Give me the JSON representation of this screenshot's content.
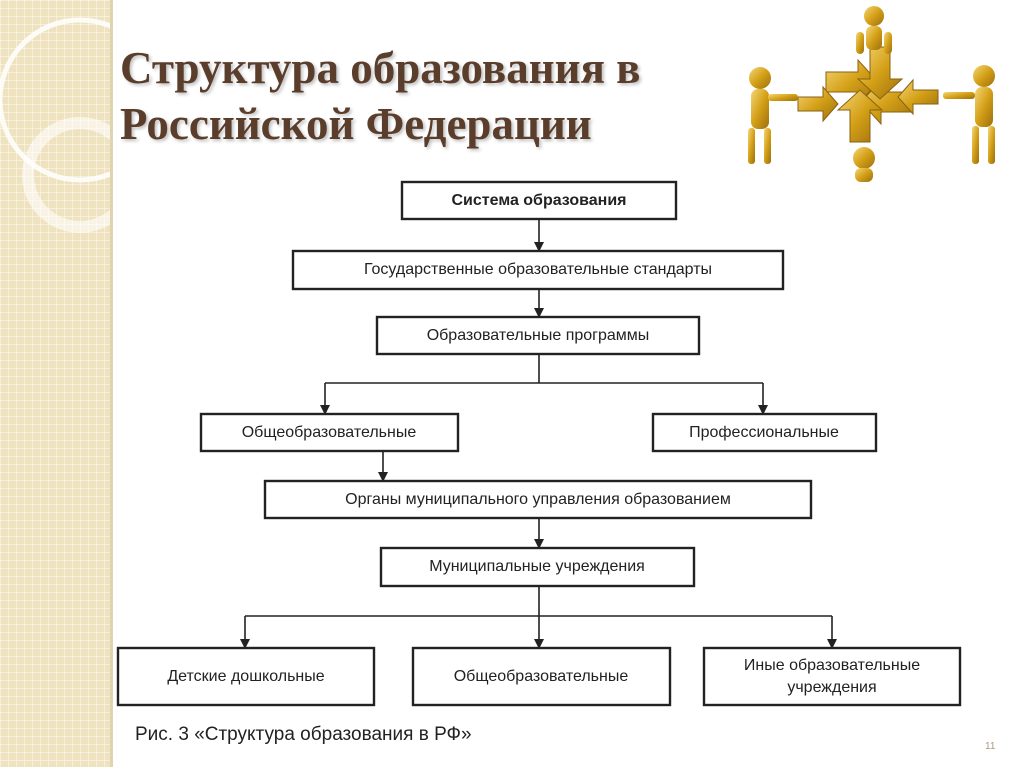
{
  "slide": {
    "title_line1": "Структура образования в",
    "title_line2": "Российской Федерации",
    "caption": "Рис. 3 «Структура образования в РФ»",
    "page_number": "11"
  },
  "diagram": {
    "nodes": {
      "system": "Система образования",
      "standards": "Государственные образовательные стандарты",
      "programs": "Образовательные программы",
      "general_programs": "Общеобразовательные",
      "professional": "Профессиональные",
      "municipal_bodies": "Органы муниципального управления образованием",
      "municipal_institutions": "Муниципальные учреждения",
      "preschool": "Детские дошкольные",
      "general_institutions": "Общеобразовательные",
      "other_line1": "Иные образовательные",
      "other_line2": "учреждения"
    }
  },
  "colors": {
    "title": "#5a3d2b",
    "accent_gold": "#d4a017",
    "strip": "#efe2bf"
  }
}
